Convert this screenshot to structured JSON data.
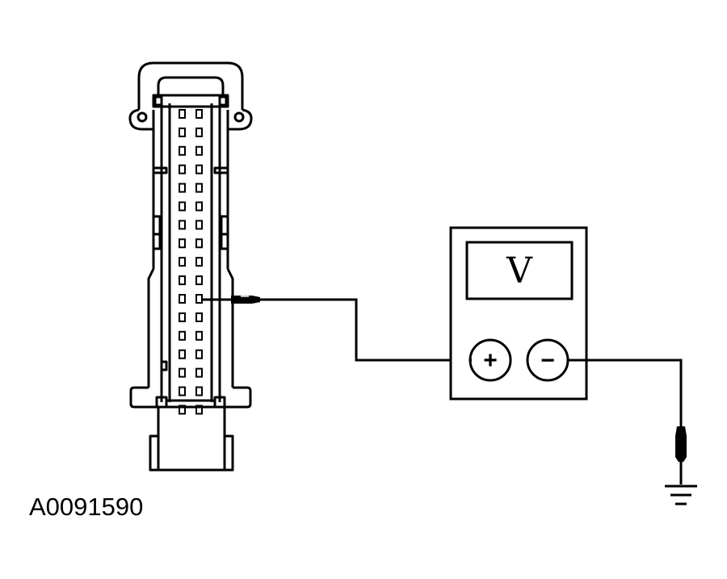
{
  "figure_id": "A0091590",
  "meter": {
    "display": "V",
    "positive_symbol": "+",
    "negative_symbol": "−"
  },
  "connector": {
    "columns": 2,
    "rows": 17
  },
  "icons": {
    "connector": "multi-pin-connector-icon",
    "meter": "voltmeter-icon",
    "probe": "test-probe-icon",
    "ground": "ground-symbol-icon"
  },
  "colors": {
    "ink": "#000000",
    "background": "#ffffff"
  }
}
